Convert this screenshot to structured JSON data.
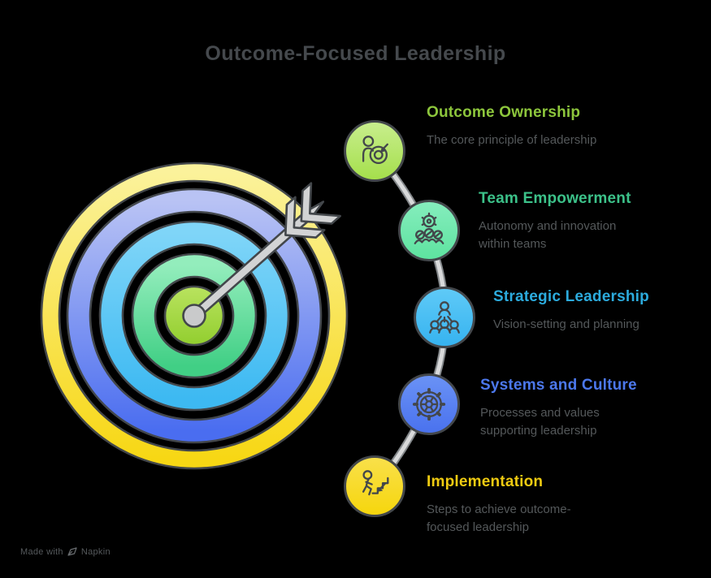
{
  "title": "Outcome-Focused Leadership",
  "title_color": "#45494d",
  "background": "#000000",
  "outline_color": "#43474b",
  "footer": {
    "made_with": "Made with",
    "brand": "Napkin"
  },
  "rings": {
    "yellow": [
      "#fbf29b",
      "#f7d714"
    ],
    "blue": [
      "#b9c3f4",
      "#4a6df0"
    ],
    "cyan": [
      "#7fd5f8",
      "#3db9f2"
    ],
    "green": [
      "#93edbc",
      "#41cf85"
    ],
    "lime": [
      "#b9e35f",
      "#92ce2f"
    ]
  },
  "arrow_color": "#d2d3d4",
  "center_dot_color": "#c9cacb",
  "connector_colors": {
    "edge": "#85898c",
    "fill": "#d8d9da"
  },
  "nodes": [
    {
      "title": "Outcome Ownership",
      "desc": "The core principle of leadership",
      "title_color": "#8dc63c",
      "circle": [
        "#c8ee8d",
        "#a5df4c"
      ],
      "icon": "person-target-icon"
    },
    {
      "title": "Team Empowerment",
      "desc": "Autonomy and innovation\nwithin teams",
      "title_color": "#3cc189",
      "circle": [
        "#85edbd",
        "#5ee3a0"
      ],
      "icon": "team-gear-icon"
    },
    {
      "title": "Strategic Leadership",
      "desc": "Vision-setting and planning",
      "title_color": "#2cabdd",
      "circle": [
        "#5fcaf7",
        "#36b3f0"
      ],
      "icon": "leader-audience-icon"
    },
    {
      "title": "Systems and Culture",
      "desc": "Processes and values\nsupporting leadership",
      "title_color": "#4c78ec",
      "circle": [
        "#6a92f5",
        "#4a72ee"
      ],
      "icon": "wheel-gear-icon"
    },
    {
      "title": "Implementation",
      "desc": "Steps to achieve outcome-\nfocused leadership",
      "title_color": "#efcb11",
      "circle": [
        "#f9e04a",
        "#f6d60d"
      ],
      "icon": "stairs-descent-icon"
    }
  ]
}
